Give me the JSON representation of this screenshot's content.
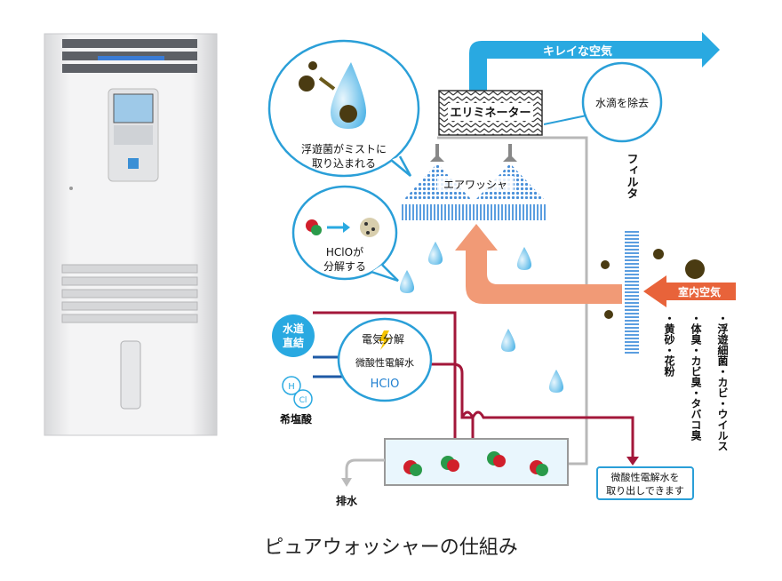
{
  "diagram": {
    "clean_air": "キレイな空気",
    "eliminator": "エリミネーター",
    "water_drop_removal": "水滴を除去",
    "bacteria_caption_1": "浮遊菌がミストに",
    "bacteria_caption_2": "取り込まれる",
    "air_washer": "エアワッシャ",
    "hclo_caption_1": "HClOが",
    "hclo_caption_2": "分解する",
    "filter": "フィルタ",
    "indoor_air": "室内空気",
    "pollutant_list_1": "・浮遊細菌・カビ・ウイルス",
    "pollutant_list_2": "・体臭・カビ臭・タバコ臭",
    "pollutant_list_3": "・黄砂・花粉",
    "tap_water_1": "水道",
    "tap_water_2": "直結",
    "electrolysis": "電気分解",
    "electrolyzed_water": "微酸性電解水",
    "hclo": "HClO",
    "hcl_h": "H",
    "hcl_cl": "Cl",
    "dilute_hcl": "希塩酸",
    "drain": "排水",
    "takeout_1": "微酸性電解水を",
    "takeout_2": "取り出しできます"
  },
  "caption": "ピュアウォッシャーの仕組み",
  "colors": {
    "blue_arrow": "#29a9e1",
    "orange_arrow": "#f19a76",
    "red_arrow": "#e8633a",
    "pipe_red": "#a3173a",
    "pipe_blue": "#1f5aa6",
    "gray_pipe": "#b8b8b8",
    "bubble_border": "#2a9fd8"
  }
}
